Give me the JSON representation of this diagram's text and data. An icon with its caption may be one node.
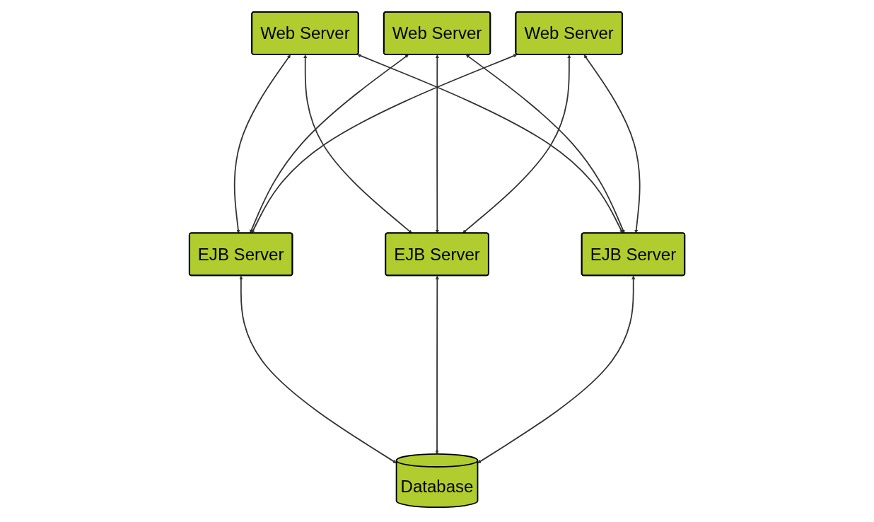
{
  "diagram": {
    "nodes": [
      {
        "text": [
          "Web Server"
        ]
      },
      {
        "text": [
          "Web Server"
        ]
      },
      {
        "text": [
          "Web Server"
        ]
      },
      {
        "text": [
          "EJB Server"
        ]
      },
      {
        "text": [
          "EJB Server"
        ]
      },
      {
        "text": [
          "EJB Server"
        ]
      },
      {
        "text": [
          "Database"
        ]
      }
    ],
    "edges": [
      {
        "from": 0,
        "to": 3,
        "arrow": "both"
      },
      {
        "from": 0,
        "to": 4,
        "arrow": "both"
      },
      {
        "from": 0,
        "to": 5,
        "arrow": "both"
      },
      {
        "from": 1,
        "to": 3,
        "arrow": "both"
      },
      {
        "from": 1,
        "to": 4,
        "arrow": "both"
      },
      {
        "from": 1,
        "to": 5,
        "arrow": "both"
      },
      {
        "from": 2,
        "to": 3,
        "arrow": "both"
      },
      {
        "from": 2,
        "to": 4,
        "arrow": "both"
      },
      {
        "from": 2,
        "to": 5,
        "arrow": "both"
      },
      {
        "from": 3,
        "to": 6,
        "arrow": "both"
      },
      {
        "from": 4,
        "to": 6,
        "arrow": "both"
      },
      {
        "from": 5,
        "to": 6,
        "arrow": "both"
      }
    ]
  }
}
